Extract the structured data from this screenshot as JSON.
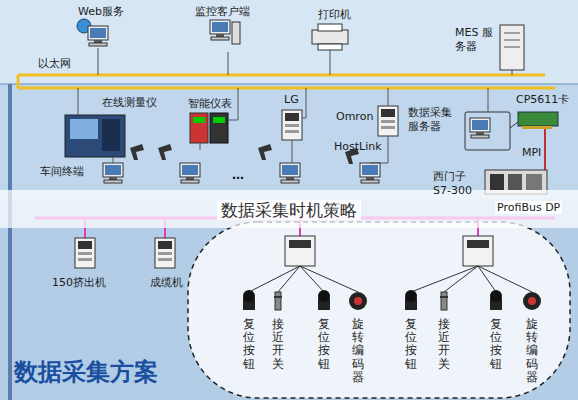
{
  "diagram": {
    "title": "数据采集时机策略",
    "nodes": [
      {
        "text": [
          "Web服务"
        ]
      },
      {
        "text": [
          "监控客户端"
        ]
      },
      {
        "text": [
          "打印机"
        ]
      },
      {
        "text": [
          "MES 服务器"
        ]
      },
      {
        "text": [
          "在线测量仪"
        ]
      },
      {
        "text": [
          "车间终端"
        ]
      },
      {
        "text": [
          "智能仪表"
        ]
      },
      {
        "text": [
          "LG"
        ]
      },
      {
        "text": [
          "Omron"
        ]
      },
      {
        "text": [
          "HostLink"
        ]
      },
      {
        "text": [
          "数据采集 服务器"
        ]
      },
      {
        "text": [
          "CP5611卡"
        ]
      },
      {
        "text": [
          "西门子 S7-300"
        ]
      },
      {
        "text": [
          "150挤出机"
        ]
      },
      {
        "text": [
          "成缆机"
        ]
      },
      {
        "text": [
          "复位按钮"
        ]
      },
      {
        "text": [
          "接近开关"
        ]
      },
      {
        "text": [
          "复位按钮"
        ]
      },
      {
        "text": [
          "旋转编码器"
        ]
      },
      {
        "text": [
          "复位按钮"
        ]
      },
      {
        "text": [
          "接近开关"
        ]
      },
      {
        "text": [
          "复位按钮"
        ]
      },
      {
        "text": [
          "旋转编码器"
        ]
      }
    ],
    "labels": [
      "以太网",
      "…",
      "MPI",
      "ProfiBus DP",
      "数据采集方案"
    ]
  }
}
